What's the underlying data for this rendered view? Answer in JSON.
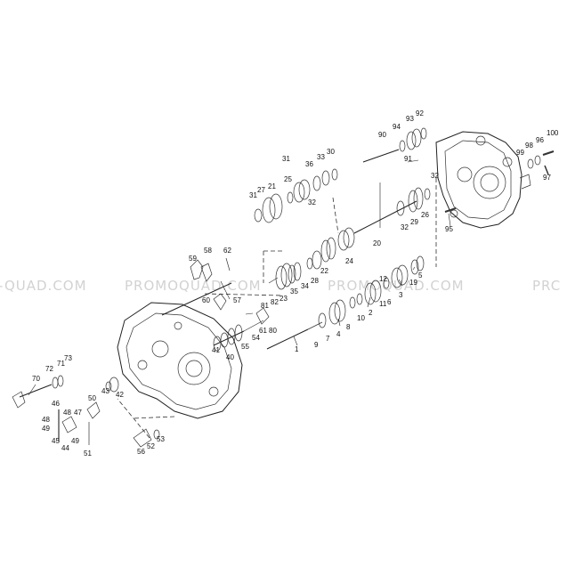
{
  "watermark": {
    "left": "-QUAD.COM",
    "center1": "PROMOQUAD.COM",
    "center2": "PROMOQUAD.COM",
    "right": "PRC"
  },
  "callouts": {
    "c1": "1",
    "c2": "2",
    "c3": "3",
    "c4": "4",
    "c5": "5",
    "c6": "6",
    "c7": "7",
    "c8": "8",
    "c9": "9",
    "c10": "10",
    "c11": "11",
    "c12": "12",
    "c19": "19",
    "c20": "20",
    "c21": "21",
    "c22": "22",
    "c23": "23",
    "c24": "24",
    "c25": "25",
    "c26": "26",
    "c27": "27",
    "c28": "28",
    "c29": "29",
    "c30": "30",
    "c31": "31",
    "c31b": "31",
    "c32": "32",
    "c32b": "32",
    "c32c": "32",
    "c33": "33",
    "c34": "34",
    "c35": "35",
    "c36": "36",
    "c40": "40",
    "c41": "41",
    "c42": "42",
    "c43": "43",
    "c44": "44",
    "c45": "45",
    "c46": "46",
    "c47": "47",
    "c48": "48",
    "c48b": "48",
    "c49": "49",
    "c49b": "49",
    "c50": "50",
    "c51": "51",
    "c52": "52",
    "c53": "53",
    "c54": "54",
    "c55": "55",
    "c56": "56",
    "c57": "57",
    "c58": "58",
    "c59": "59",
    "c60": "60",
    "c61": "61",
    "c62": "62",
    "c70": "70",
    "c71": "71",
    "c72": "72",
    "c73": "73",
    "c80": "80",
    "c81": "81",
    "c82": "82",
    "c90": "90",
    "c91": "91",
    "c92": "92",
    "c93": "93",
    "c94": "94",
    "c95": "95",
    "c96": "96",
    "c97": "97",
    "c98": "98",
    "c99": "99",
    "c100": "100"
  }
}
